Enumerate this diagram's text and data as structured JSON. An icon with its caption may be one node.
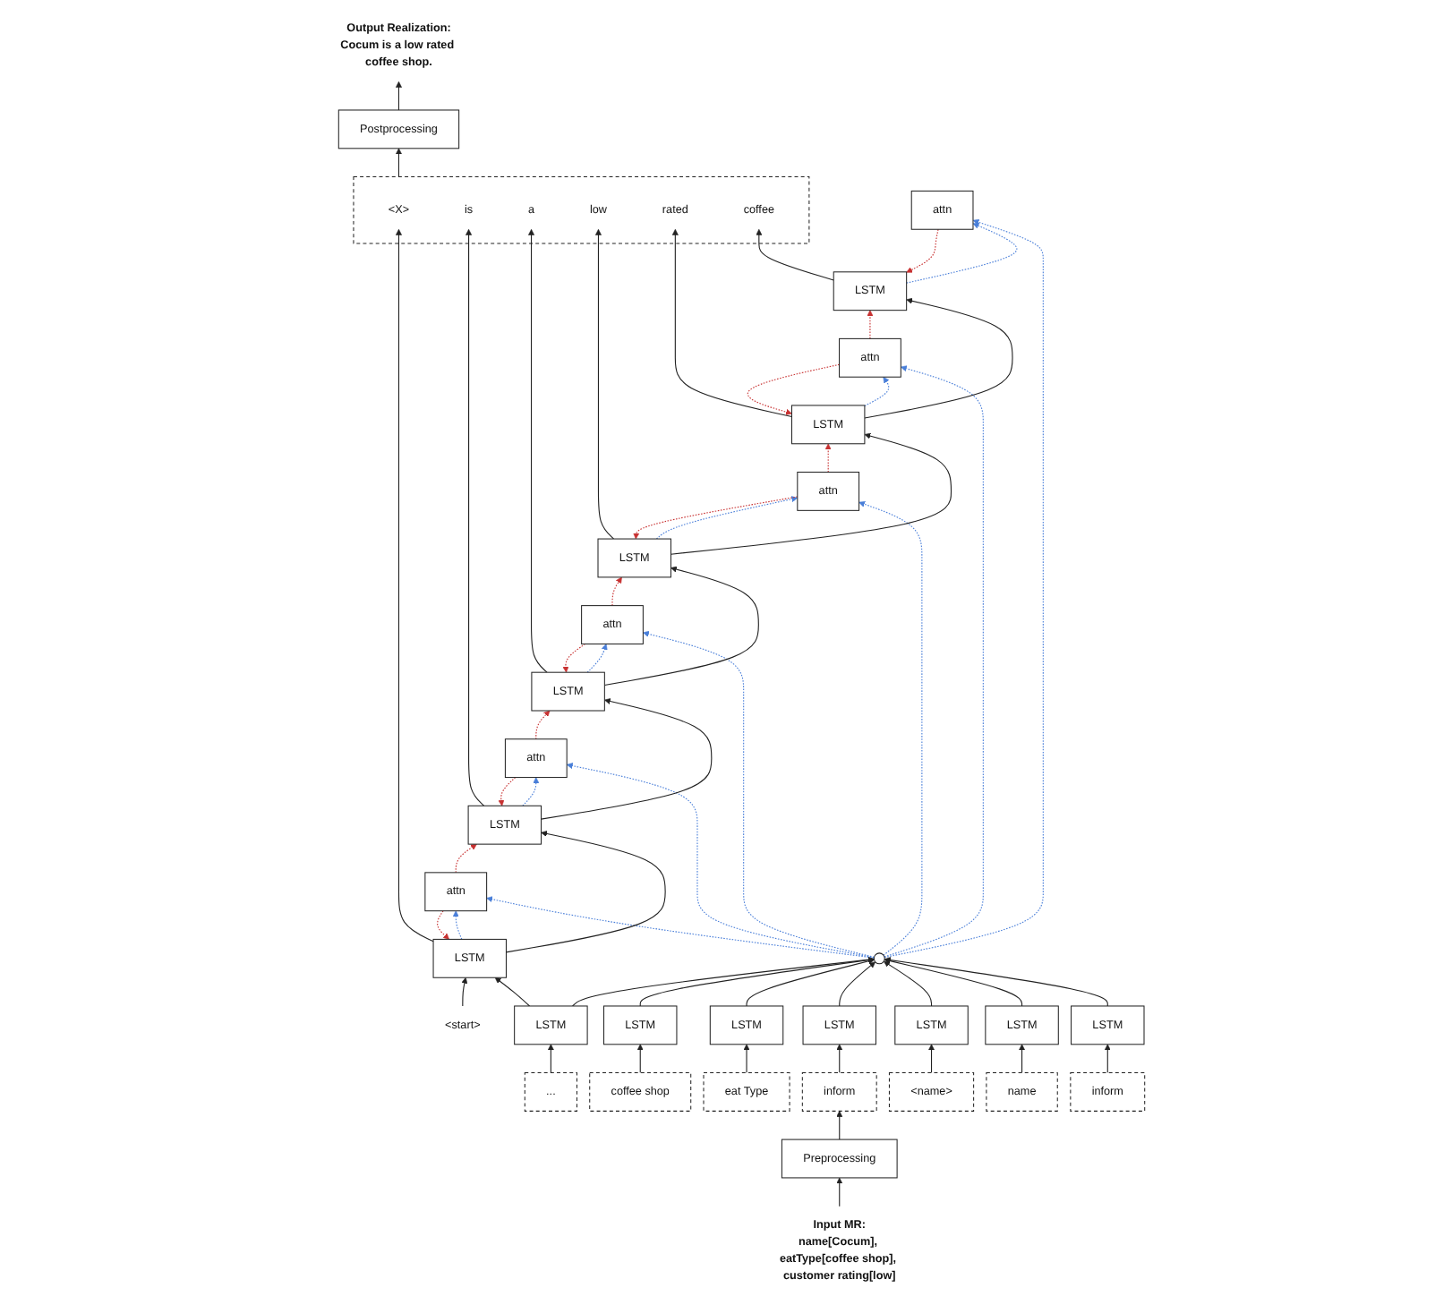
{
  "diagram": {
    "nodes": [
      {
        "text": [
          "Output Realization:",
          "Cocum is a low rated coffee shop."
        ]
      },
      {
        "text": [
          "Postprocessing"
        ]
      },
      {
        "text": [],
        "shape": "box"
      },
      {
        "text": [
          "<X>"
        ],
        "in": 2
      },
      {
        "text": [
          "is"
        ],
        "in": 2
      },
      {
        "text": [
          "a"
        ],
        "in": 2
      },
      {
        "text": [
          "low"
        ],
        "in": 2
      },
      {
        "text": [
          "rated"
        ],
        "in": 2
      },
      {
        "text": [
          "coffee"
        ],
        "in": 2
      },
      {
        "text": [
          "LSTM"
        ]
      },
      {
        "text": [
          "LSTM"
        ]
      },
      {
        "text": [
          "LSTM"
        ]
      },
      {
        "text": [
          "LSTM"
        ]
      },
      {
        "text": [
          "LSTM"
        ]
      },
      {
        "text": [
          "LSTM"
        ]
      },
      {
        "text": [
          "<start>"
        ]
      },
      {
        "text": [
          "attn"
        ]
      },
      {
        "text": [
          "attn"
        ]
      },
      {
        "text": [
          "attn"
        ]
      },
      {
        "text": [
          "attn"
        ]
      },
      {
        "text": [
          "attn"
        ]
      },
      {
        "text": [
          "attn"
        ]
      },
      {
        "text": [],
        "shape": "circle"
      },
      {
        "text": [
          "LSTM"
        ]
      },
      {
        "text": [
          "LSTM"
        ]
      },
      {
        "text": [
          "LSTM"
        ]
      },
      {
        "text": [
          "LSTM"
        ]
      },
      {
        "text": [
          "LSTM"
        ]
      },
      {
        "text": [
          "LSTM"
        ]
      },
      {
        "text": [
          "LSTM"
        ]
      },
      {
        "text": [
          "inform"
        ]
      },
      {
        "text": [
          "name"
        ]
      },
      {
        "text": [
          "<name>"
        ]
      },
      {
        "text": [
          "inform"
        ]
      },
      {
        "text": [
          "eat Type"
        ]
      },
      {
        "text": [
          "coffee shop"
        ]
      },
      {
        "text": [
          "..."
        ]
      },
      {
        "text": [
          "Preprocessing"
        ]
      },
      {
        "text": [
          "Input MR:",
          "name[Cocum], eatType[coffee shop], customer rating[low]"
        ]
      }
    ],
    "edges": [
      {
        "from": 38,
        "to": 37,
        "arrow": "to"
      },
      {
        "from": 37,
        "to": 33,
        "arrow": "to"
      },
      {
        "from": 30,
        "to": 23,
        "arrow": "to"
      },
      {
        "from": 31,
        "to": 24,
        "arrow": "to"
      },
      {
        "from": 32,
        "to": 25,
        "arrow": "to"
      },
      {
        "from": 33,
        "to": 26,
        "arrow": "to"
      },
      {
        "from": 34,
        "to": 27,
        "arrow": "to"
      },
      {
        "from": 35,
        "to": 28,
        "arrow": "to"
      },
      {
        "from": 36,
        "to": 29,
        "arrow": "to"
      },
      {
        "from": 23,
        "to": 22,
        "arrow": "to"
      },
      {
        "from": 24,
        "to": 22,
        "arrow": "to"
      },
      {
        "from": 25,
        "to": 22,
        "arrow": "to"
      },
      {
        "from": 26,
        "to": 22,
        "arrow": "to"
      },
      {
        "from": 27,
        "to": 22,
        "arrow": "to"
      },
      {
        "from": 28,
        "to": 22,
        "arrow": "to"
      },
      {
        "from": 29,
        "to": 22,
        "arrow": "to"
      },
      {
        "from": 22,
        "to": 16,
        "arrow": "to",
        "style": "dashed",
        "color": "#4a7fd9"
      },
      {
        "from": 22,
        "to": 17,
        "arrow": "to",
        "style": "dashed",
        "color": "#4a7fd9"
      },
      {
        "from": 22,
        "to": 18,
        "arrow": "to",
        "style": "dashed",
        "color": "#4a7fd9"
      },
      {
        "from": 22,
        "to": 19,
        "arrow": "to",
        "style": "dashed",
        "color": "#4a7fd9"
      },
      {
        "from": 22,
        "to": 20,
        "arrow": "to",
        "style": "dashed",
        "color": "#4a7fd9"
      },
      {
        "from": 22,
        "to": 21,
        "arrow": "to",
        "style": "dashed",
        "color": "#4a7fd9"
      },
      {
        "from": 29,
        "to": 9,
        "arrow": "to"
      },
      {
        "from": 15,
        "to": 9,
        "arrow": "to"
      },
      {
        "from": 9,
        "to": 10,
        "arrow": "to"
      },
      {
        "from": 10,
        "to": 11,
        "arrow": "to"
      },
      {
        "from": 11,
        "to": 12,
        "arrow": "to"
      },
      {
        "from": 12,
        "to": 13,
        "arrow": "to"
      },
      {
        "from": 13,
        "to": 14,
        "arrow": "to"
      },
      {
        "from": 9,
        "to": 16,
        "arrow": "to",
        "style": "dashed",
        "color": "#4a7fd9"
      },
      {
        "from": 10,
        "to": 17,
        "arrow": "to",
        "style": "dashed",
        "color": "#4a7fd9"
      },
      {
        "from": 11,
        "to": 18,
        "arrow": "to",
        "style": "dashed",
        "color": "#4a7fd9"
      },
      {
        "from": 12,
        "to": 19,
        "arrow": "to",
        "style": "dashed",
        "color": "#4a7fd9"
      },
      {
        "from": 13,
        "to": 20,
        "arrow": "to",
        "style": "dashed",
        "color": "#4a7fd9"
      },
      {
        "from": 14,
        "to": 21,
        "arrow": "to",
        "style": "dashed",
        "color": "#4a7fd9"
      },
      {
        "from": 16,
        "to": 9,
        "arrow": "to",
        "style": "dashed",
        "color": "#c83232"
      },
      {
        "from": 17,
        "to": 10,
        "arrow": "to",
        "style": "dashed",
        "color": "#c83232"
      },
      {
        "from": 18,
        "to": 11,
        "arrow": "to",
        "style": "dashed",
        "color": "#c83232"
      },
      {
        "from": 19,
        "to": 12,
        "arrow": "to",
        "style": "dashed",
        "color": "#c83232"
      },
      {
        "from": 20,
        "to": 13,
        "arrow": "to",
        "style": "dashed",
        "color": "#c83232"
      },
      {
        "from": 21,
        "to": 14,
        "arrow": "to",
        "style": "dashed",
        "color": "#c83232"
      },
      {
        "from": 16,
        "to": 10,
        "arrow": "to",
        "style": "dashed",
        "color": "#c83232"
      },
      {
        "from": 17,
        "to": 11,
        "arrow": "to",
        "style": "dashed",
        "color": "#c83232"
      },
      {
        "from": 18,
        "to": 12,
        "arrow": "to",
        "style": "dashed",
        "color": "#c83232"
      },
      {
        "from": 19,
        "to": 13,
        "arrow": "to",
        "style": "dashed",
        "color": "#c83232"
      },
      {
        "from": 20,
        "to": 14,
        "arrow": "to",
        "style": "dashed",
        "color": "#c83232"
      },
      {
        "from": 9,
        "to": 3,
        "arrow": "to"
      },
      {
        "from": 10,
        "to": 4,
        "arrow": "to"
      },
      {
        "from": 11,
        "to": 5,
        "arrow": "to"
      },
      {
        "from": 12,
        "to": 6,
        "arrow": "to"
      },
      {
        "from": 13,
        "to": 7,
        "arrow": "to"
      },
      {
        "from": 14,
        "to": 8,
        "arrow": "to"
      },
      {
        "from": 2,
        "to": 1,
        "arrow": "to"
      },
      {
        "from": 1,
        "to": 0,
        "arrow": "to"
      }
    ]
  }
}
